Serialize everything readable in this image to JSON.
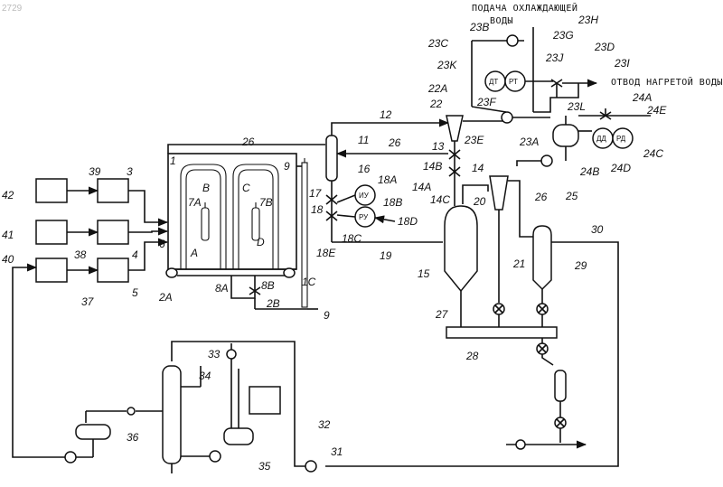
{
  "page_number": "2729",
  "texts": {
    "cooling_water_supply_line1": "ПОДАЧА ОХЛАЖДАЮЩЕЙ",
    "cooling_water_supply_line2": "ВОДЫ",
    "heated_water_discharge": "ОТВОД НАГРЕТОЙ ВОДЫ"
  },
  "instruments": {
    "dt": "ДТ",
    "rt": "РТ",
    "dd": "ДД",
    "rd": "РД",
    "iu": "ИУ",
    "ru": "РУ"
  },
  "labels": {
    "l1": "1",
    "l1C": "1C",
    "l2A": "2A",
    "l2B": "2B",
    "l3": "3",
    "l4": "4",
    "l5": "5",
    "l6": "6",
    "l7A": "7A",
    "l7B": "7B",
    "lA": "A",
    "lB": "B",
    "lC": "C",
    "lD": "D",
    "l8A": "8A",
    "l8B": "8B",
    "l9a": "9",
    "l9b": "9",
    "l11": "11",
    "l12": "12",
    "l13": "13",
    "l14": "14",
    "l14A": "14A",
    "l14B": "14B",
    "l14C": "14C",
    "l15": "15",
    "l16": "16",
    "l17": "17",
    "l18": "18",
    "l18A": "18A",
    "l18B": "18B",
    "l18C": "18C",
    "l18D": "18D",
    "l18E": "18E",
    "l19": "19",
    "l20": "20",
    "l21": "21",
    "l22": "22",
    "l22A": "22A",
    "l23A": "23A",
    "l23B": "23B",
    "l23C": "23C",
    "l23D": "23D",
    "l23E": "23E",
    "l23F": "23F",
    "l23G": "23G",
    "l23H": "23H",
    "l23I": "23I",
    "l23J": "23J",
    "l23K": "23K",
    "l23L": "23L",
    "l24A": "24A",
    "l24B": "24B",
    "l24C": "24C",
    "l24D": "24D",
    "l24E": "24E",
    "l25": "25",
    "l26a": "26",
    "l26b": "26",
    "l26c": "26",
    "l27": "27",
    "l28": "28",
    "l29": "29",
    "l30": "30",
    "l31": "31",
    "l32": "32",
    "l33": "33",
    "l34": "34",
    "l35": "35",
    "l36": "36",
    "l37": "37",
    "l38": "38",
    "l39": "39",
    "l40": "40",
    "l41": "41",
    "l42": "42"
  }
}
